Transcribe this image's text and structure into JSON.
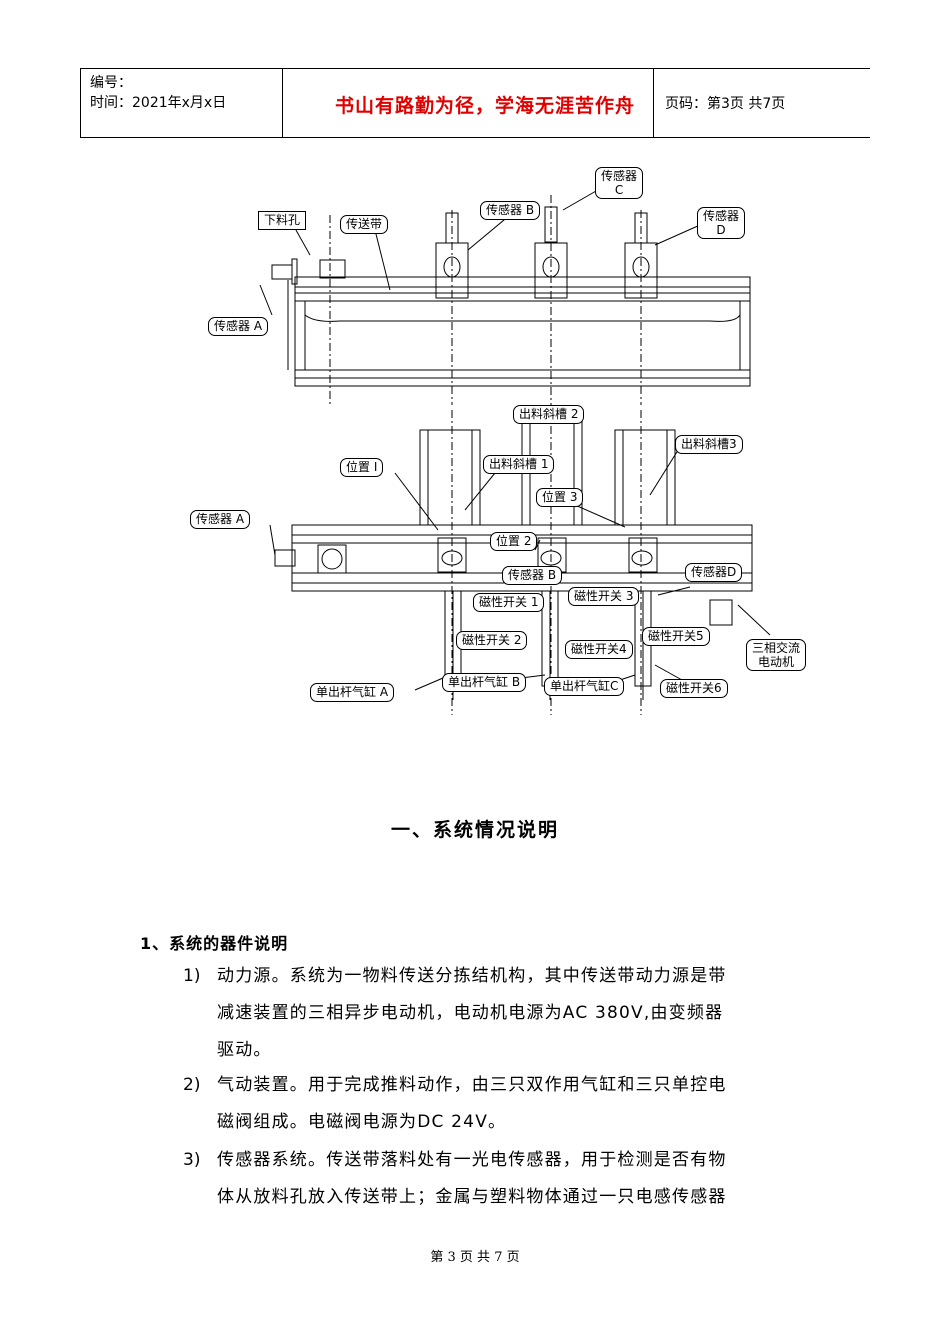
{
  "header": {
    "number_label": "编号：",
    "time_label": "时间：2021年x月x日",
    "motto": "书山有路勤为径，学海无涯苦作舟",
    "page_label": "页码：第3页  共7页"
  },
  "diagram": {
    "top_labels": {
      "xialiao": "下料孔",
      "belt": "传送带",
      "sensor_a": "传感器 A",
      "sensor_b": "传感器 B",
      "sensor_c_line1": "传感器",
      "sensor_c_line2": "C",
      "sensor_d_line1": "传感器",
      "sensor_d_line2": "D"
    },
    "bottom_labels": {
      "chute2": "出料斜槽 2",
      "chute1": "出料斜槽 1",
      "chute3": "出料斜槽3",
      "pos1": "位置 I",
      "pos3": "位置 3",
      "pos2": "位置 2",
      "sensor_a": "传感器 A",
      "sensor_b": "传感器 B",
      "sensor_d": "传感器D",
      "sw1": "磁性开关 1",
      "sw3": "磁性开关 3",
      "sw2": "磁性开关 2",
      "sw4": "磁性开关4",
      "sw5": "磁性开关5",
      "sw6": "磁性开关6",
      "cyl_a": "单出杆气缸 A",
      "cyl_b": "单出杆气缸 B",
      "cyl_c": "单出杆气缸C",
      "motor_line1": "三相交流",
      "motor_line2": "电动机"
    }
  },
  "section_title": "一、系统情况说明",
  "subsection_title": "1、系统的器件说明",
  "items": [
    {
      "num": "1)",
      "lines": [
        "动力源。系统为一物料传送分拣结机构，其中传送带动力源是带",
        "减速装置的三相异步电动机，电动机电源为AC 380V,由变频器",
        "驱动。"
      ]
    },
    {
      "num": "2)",
      "lines": [
        "气动装置。用于完成推料动作，由三只双作用气缸和三只单控电",
        "磁阀组成。电磁阀电源为DC 24V。"
      ]
    },
    {
      "num": "3)",
      "lines": [
        "传感器系统。传送带落料处有一光电传感器，用于检测是否有物",
        "体从放料孔放入传送带上；金属与塑料物体通过一只电感传感器"
      ]
    }
  ],
  "footer": "第 3 页 共 7 页"
}
